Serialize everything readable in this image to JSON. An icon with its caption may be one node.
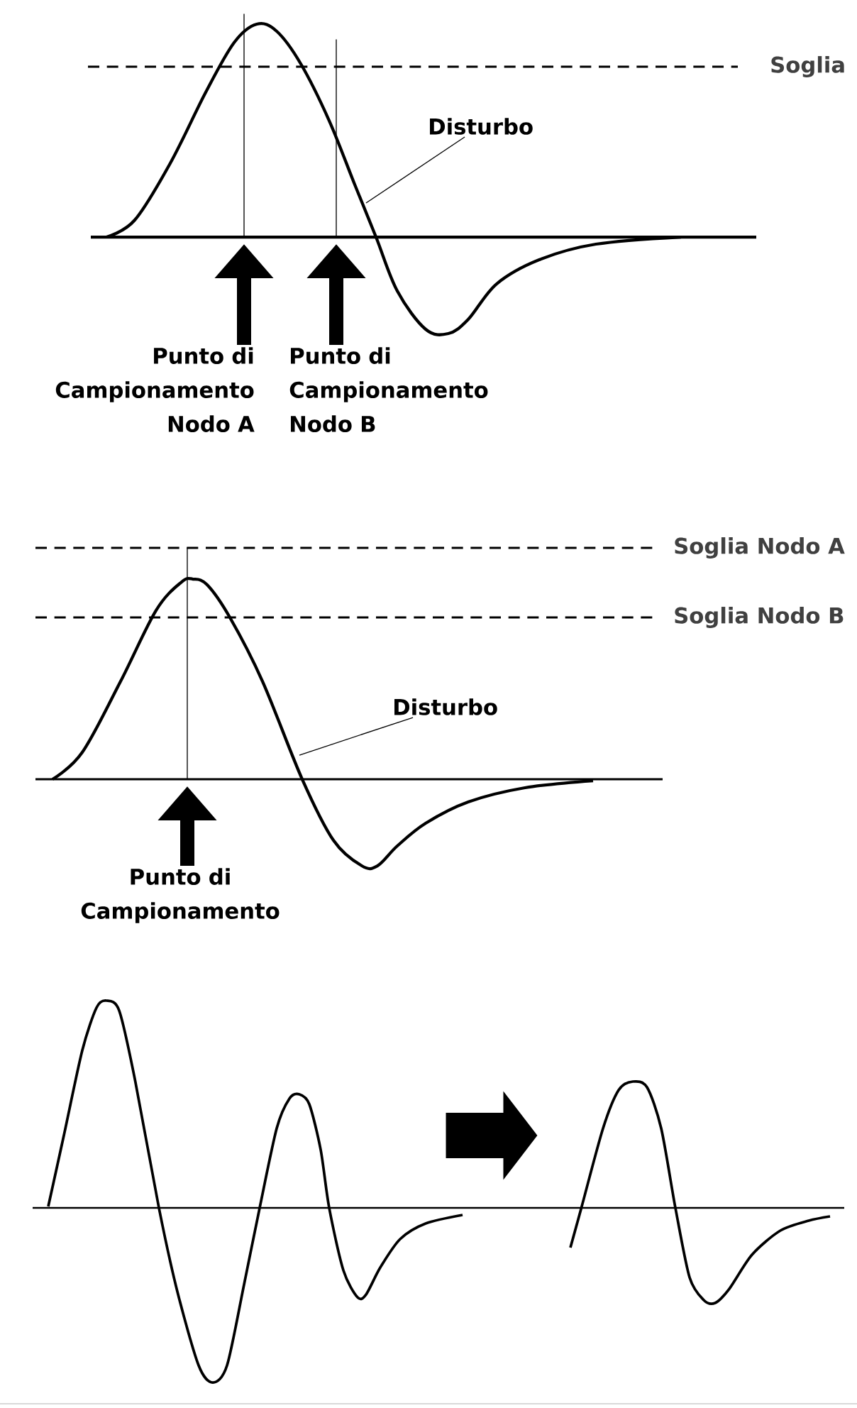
{
  "diagram": {
    "nodes": [
      {
        "text": [
          "Disturbo"
        ]
      },
      {
        "text": [
          "Disturbo"
        ]
      },
      {
        "text": [
          "Punto di Campionamento Nodo A"
        ]
      },
      {
        "text": [
          "Punto di Campionamento Nodo B"
        ]
      },
      {
        "text": [
          "Punto di Campionamento"
        ]
      },
      {
        "text": [],
        "shape": "picture"
      },
      {
        "text": [],
        "shape": "picture"
      },
      {
        "text": [],
        "shape": "line"
      },
      {
        "text": [],
        "shape": "line"
      },
      {
        "text": [],
        "shape": "line"
      }
    ],
    "edges": [
      {
        "from": 0,
        "to": null,
        "arrow": "none"
      },
      {
        "from": 1,
        "to": null,
        "arrow": "none"
      },
      {
        "from": 2,
        "to": 7,
        "arrow": "to"
      },
      {
        "from": 3,
        "to": 8,
        "arrow": "to"
      },
      {
        "from": 4,
        "to": 9,
        "arrow": "to"
      },
      {
        "from": 5,
        "to": 6,
        "arrow": "to",
        "style": "thick"
      }
    ],
    "labels": [
      "Soglia",
      "Soglia Nodo A",
      "Soglia Nodo B"
    ]
  }
}
